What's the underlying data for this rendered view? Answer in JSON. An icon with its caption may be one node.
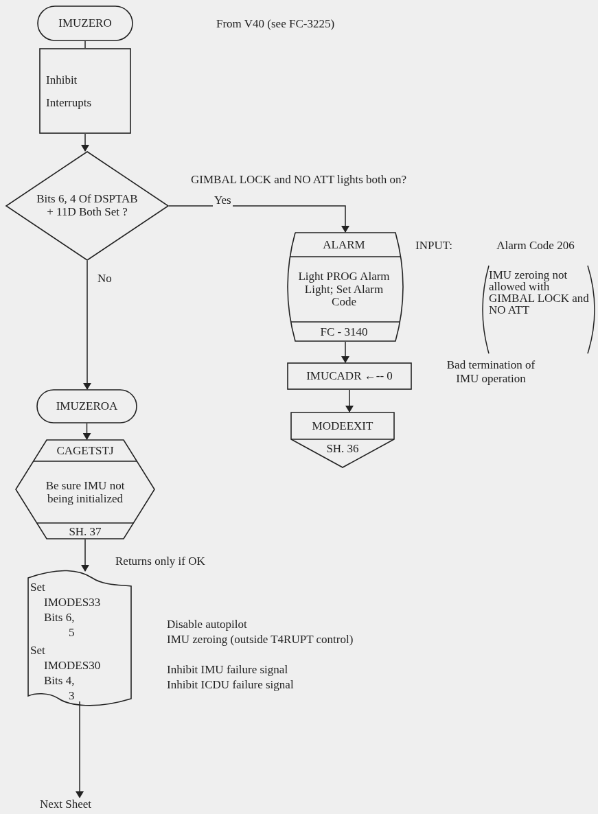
{
  "diagram": {
    "nodes": [
      {
        "text": [
          "IMUZERO"
        ]
      },
      {
        "text": [
          "Inhibit",
          "Interrupts"
        ]
      },
      {
        "text": [
          "Bits 6, 4 Of DSPTAB + 11D Both Set ?"
        ]
      },
      {
        "text": [
          "ALARM",
          "Light PROG Alarm Light; Set Alarm Code",
          "FC - 3140"
        ]
      },
      {
        "text": [
          "IMUCADR ←-- 0"
        ]
      },
      {
        "text": [
          "MODEEXIT",
          "SH. 36"
        ]
      },
      {
        "text": [
          "IMUZEROA"
        ]
      },
      {
        "text": [
          "CAGETSTJ",
          "Be sure IMU not being initialized",
          "SH. 37"
        ]
      },
      {
        "text": [
          "Set",
          "IMODES33",
          "Bits 6,",
          "5",
          "Set",
          "IMODES30",
          "Bits 4,",
          "3"
        ]
      },
      {
        "text": [
          "Next Sheet"
        ]
      }
    ],
    "edges": [
      {
        "from": 0,
        "to": 1,
        "arrow": "none"
      },
      {
        "from": 1,
        "to": 2,
        "arrow": "to"
      },
      {
        "from": 2,
        "to": 3,
        "arrow": "to",
        "label": "Yes"
      },
      {
        "from": 2,
        "to": 6,
        "arrow": "to",
        "label": "No"
      },
      {
        "from": 3,
        "to": 4,
        "arrow": "to"
      },
      {
        "from": 4,
        "to": 5,
        "arrow": "to"
      },
      {
        "from": 6,
        "to": 7,
        "arrow": "to"
      },
      {
        "from": 7,
        "to": 8,
        "arrow": "to"
      },
      {
        "from": 8,
        "to": 9,
        "arrow": "to"
      }
    ],
    "labels": [
      "From V40 (see FC-3225)",
      "GIMBAL LOCK and NO ATT lights both on?",
      "INPUT:",
      "Alarm Code 206",
      "IMU zeroing not allowed with GIMBAL LOCK and NO ATT",
      "Bad termination of IMU operation",
      "Returns only if OK",
      "Disable autopilot",
      "IMU zeroing (outside T4RUPT control)",
      "Inhibit IMU failure signal",
      "Inhibit ICDU failure signal"
    ]
  }
}
